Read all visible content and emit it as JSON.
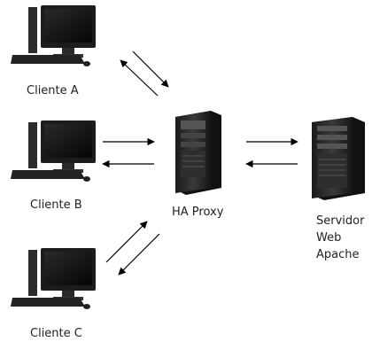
{
  "nodes": {
    "client_a": {
      "label": "Cliente A",
      "icon": "desktop-computer-icon"
    },
    "client_b": {
      "label": "Cliente B",
      "icon": "desktop-computer-icon"
    },
    "client_c": {
      "label": "Cliente C",
      "icon": "desktop-computer-icon"
    },
    "proxy": {
      "label": "HA Proxy",
      "icon": "tower-server-icon"
    },
    "server": {
      "label_lines": [
        "Servidor",
        "Web",
        "Apache"
      ],
      "icon": "tower-server-icon"
    }
  },
  "edges": [
    {
      "from": "Cliente A",
      "to": "HA Proxy",
      "direction": "bidirectional"
    },
    {
      "from": "Cliente B",
      "to": "HA Proxy",
      "direction": "bidirectional"
    },
    {
      "from": "Cliente C",
      "to": "HA Proxy",
      "direction": "bidirectional"
    },
    {
      "from": "HA Proxy",
      "to": "Servidor Web Apache",
      "direction": "bidirectional"
    }
  ],
  "colors": {
    "device_dark": "#2a2a2a",
    "screen": "#0b0b0b",
    "arrow": "#000000"
  }
}
